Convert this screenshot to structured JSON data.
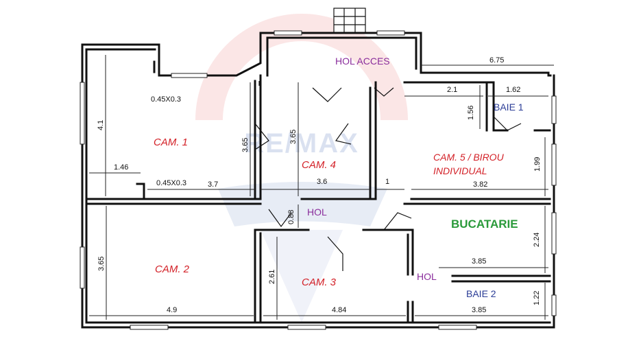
{
  "watermark": {
    "text": "RE/MAX",
    "colors": {
      "red": "#e03a3a",
      "blue": "#3a5fb0"
    }
  },
  "rooms": {
    "cam1": "CAM. 1",
    "cam2": "CAM. 2",
    "cam3": "CAM. 3",
    "cam4": "CAM. 4",
    "cam5_line1": "CAM. 5 / BIROU",
    "cam5_line2": "INDIVIDUAL",
    "hol_acces": "HOL ACCES",
    "hol_center": "HOL",
    "hol_right": "HOL",
    "baie1": "BAIE 1",
    "baie2": "BAIE 2",
    "bucatarie": "BUCATARIE"
  },
  "colors": {
    "room_red": "#d32027",
    "hall_purple": "#8a2d9c",
    "bath_blue": "#2a3c96",
    "kitchen_green": "#2a9a3a"
  },
  "dimensions": {
    "d675": "6.75",
    "d21": "2.1",
    "d162": "1.62",
    "d156": "1.56",
    "d199": "1.99",
    "d41": "4.1",
    "d365_a": "3.65",
    "d365_b": "3.65",
    "d146": "1.46",
    "d045_a": "0.45X0.3",
    "d045_b": "0.45X0.3",
    "d37": "3.7",
    "d36": "3.6",
    "d1": "1",
    "d382": "3.82",
    "d088": "0.88",
    "d224": "2.24",
    "d385_a": "3.85",
    "d365_c": "3.65",
    "d261": "2.61",
    "d122": "1.22",
    "d49": "4.9",
    "d484": "4.84",
    "d385_b": "3.85"
  }
}
